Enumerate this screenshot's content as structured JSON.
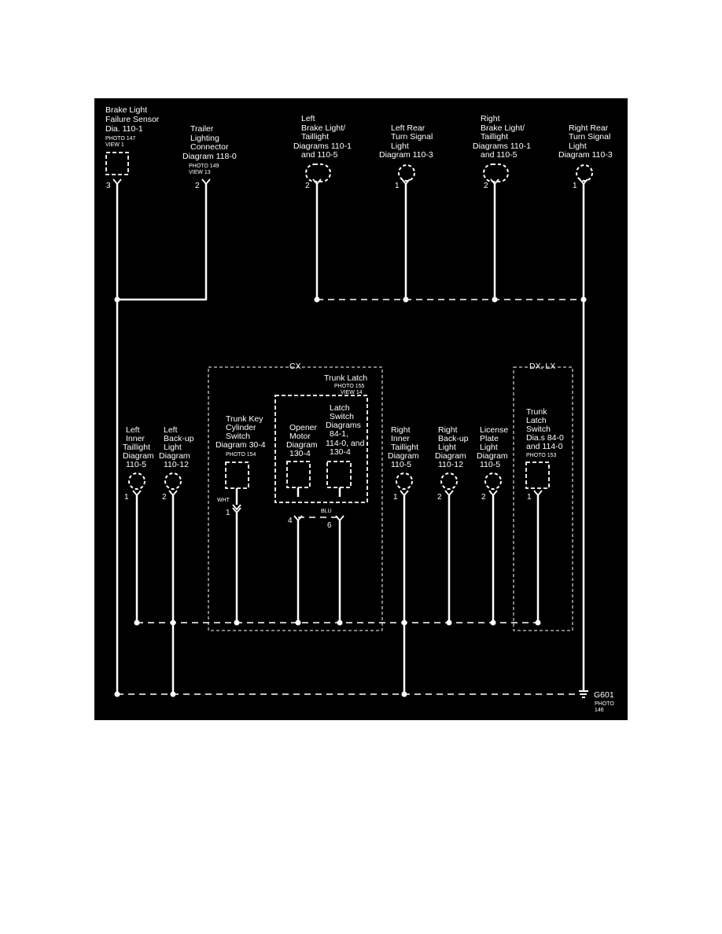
{
  "colors": {
    "background": "#000000",
    "ink": "#ffffff",
    "page": "#ffffff"
  },
  "components": {
    "brake_failure": {
      "lines": [
        "Brake Light",
        "Failure Sensor",
        "Dia. 110-1"
      ],
      "photo": [
        "PHOTO 147",
        "VIEW 1"
      ],
      "pin": "3"
    },
    "trailer": {
      "lines": [
        "Trailer",
        "Lighting",
        "Connector",
        "Diagram 118-0"
      ],
      "photo": [
        "PHOTO 149",
        "VIEW 13"
      ],
      "pin": "2"
    },
    "left_brake": {
      "lines": [
        "Left",
        "Brake Light/",
        "Taillight",
        "Diagrams 110-1",
        "and 110-5"
      ],
      "pin": "2"
    },
    "left_rear_turn": {
      "lines": [
        "Left Rear",
        "Turn Signal",
        "Light",
        "Diagram 110-3"
      ],
      "pin": "1"
    },
    "right_brake": {
      "lines": [
        "Right",
        "Brake Light/",
        "Taillight",
        "Diagrams 110-1",
        "and 110-5"
      ],
      "pin": "2"
    },
    "right_rear_turn": {
      "lines": [
        "Right Rear",
        "Turn Signal",
        "Light",
        "Diagram 110-3"
      ],
      "pin": "1"
    },
    "left_inner": {
      "lines": [
        "Left",
        "Inner",
        "Taillight",
        "Diagram",
        "110-5"
      ],
      "pin": "1"
    },
    "left_backup": {
      "lines": [
        "Left",
        "Back-up",
        "Light",
        "Diagram",
        "110-12"
      ],
      "pin": "2"
    },
    "trunk_key": {
      "lines": [
        "Trunk Key",
        "Cylinder",
        "Switch",
        "Diagram 30-4"
      ],
      "photo": [
        "PHOTO 154"
      ],
      "pin": "1",
      "wire_color": "WHT"
    },
    "trunk_latch": {
      "title": "Trunk Latch",
      "photo": [
        "PHOTO 155",
        "VIEW 14"
      ]
    },
    "opener_motor": {
      "lines": [
        "Opener",
        "Motor",
        "Diagram",
        "130-4"
      ],
      "pin": "4"
    },
    "latch_switch": {
      "lines": [
        "Latch",
        "Switch",
        "Diagrams",
        "84-1,",
        "114-0, and",
        "130-4"
      ],
      "pin": "6",
      "wire_color": "BLU"
    },
    "right_inner": {
      "lines": [
        "Right",
        "Inner",
        "Taillight",
        "Diagram",
        "110-5"
      ],
      "pin": "1"
    },
    "right_backup": {
      "lines": [
        "Right",
        "Back-up",
        "Light",
        "Diagram",
        "110-12"
      ],
      "pin": "2"
    },
    "license_plate": {
      "lines": [
        "License",
        "Plate",
        "Light",
        "Diagram",
        "110-5"
      ],
      "pin": "2"
    },
    "trunk_latch_switch": {
      "lines": [
        "Trunk",
        "Latch",
        "Switch",
        "Dia.s 84-0",
        "and 114-0"
      ],
      "photo": [
        "PHOTO 153"
      ],
      "pin": "1"
    }
  },
  "regions": {
    "cx": "CX",
    "dx_lx": "DX, LX"
  },
  "ground": {
    "id": "G601",
    "photo": [
      "PHOTO",
      "146"
    ]
  }
}
